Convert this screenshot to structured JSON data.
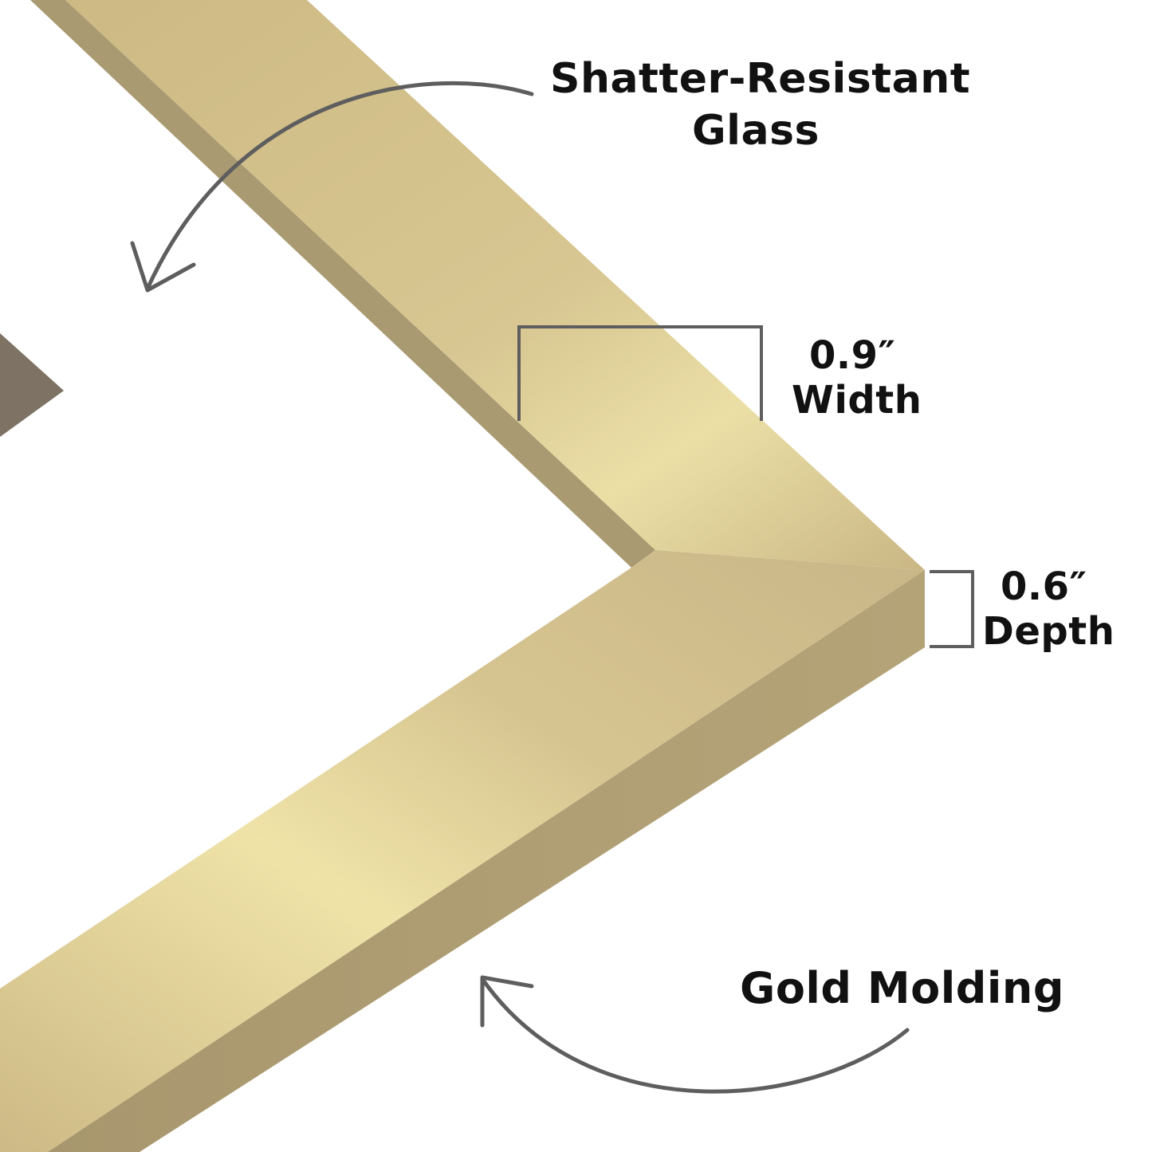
{
  "labels": {
    "glass_line1": "Shatter-Resistant",
    "glass_line2": "Glass",
    "width_value": "0.9″",
    "width_label": "Width",
    "depth_value": "0.6″",
    "depth_label": "Depth",
    "molding": "Gold Molding"
  },
  "colors": {
    "gold_light": "#efe3a8",
    "gold_mid": "#d4c18e",
    "gold_dark": "#a8976e",
    "annotation": "#5e5e5e",
    "text": "#111111"
  }
}
